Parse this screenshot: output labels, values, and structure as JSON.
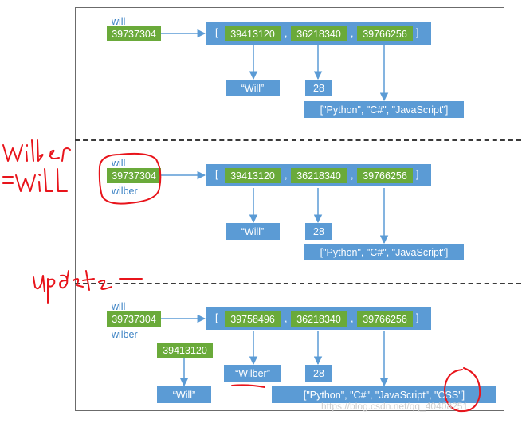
{
  "panels": [
    {
      "var_label_top": "will",
      "var_label_bottom": "",
      "var_id": "39737304",
      "list_ids": [
        "39413120",
        "36218340",
        "39766256"
      ],
      "name_value": "“Will”",
      "age_value": "28",
      "skills_value": "[\"Python\", \"C#\", \"JavaScript\"]"
    },
    {
      "var_label_top": "will",
      "var_label_bottom": "wilber",
      "var_id": "39737304",
      "list_ids": [
        "39413120",
        "36218340",
        "39766256"
      ],
      "name_value": "“Will”",
      "age_value": "28",
      "skills_value": "[\"Python\", \"C#\", \"JavaScript\"]"
    },
    {
      "var_label_top": "will",
      "var_label_bottom": "wilber",
      "var_id": "39737304",
      "list_ids": [
        "39758496",
        "36218340",
        "39766256"
      ],
      "name_value": "“Wilber”",
      "age_value": "28",
      "skills_value": "[\"Python\", \"C#\", \"JavaScript\", \"CSS\"]",
      "old_id": "39413120",
      "old_value": "“Will”"
    }
  ],
  "list_syntax": {
    "open": "[",
    "close": "]",
    "comma": ","
  },
  "handwriting_colors": {
    "ink": "#e8141b"
  },
  "watermark": "https://blog.csdn.net/qq_40408251"
}
